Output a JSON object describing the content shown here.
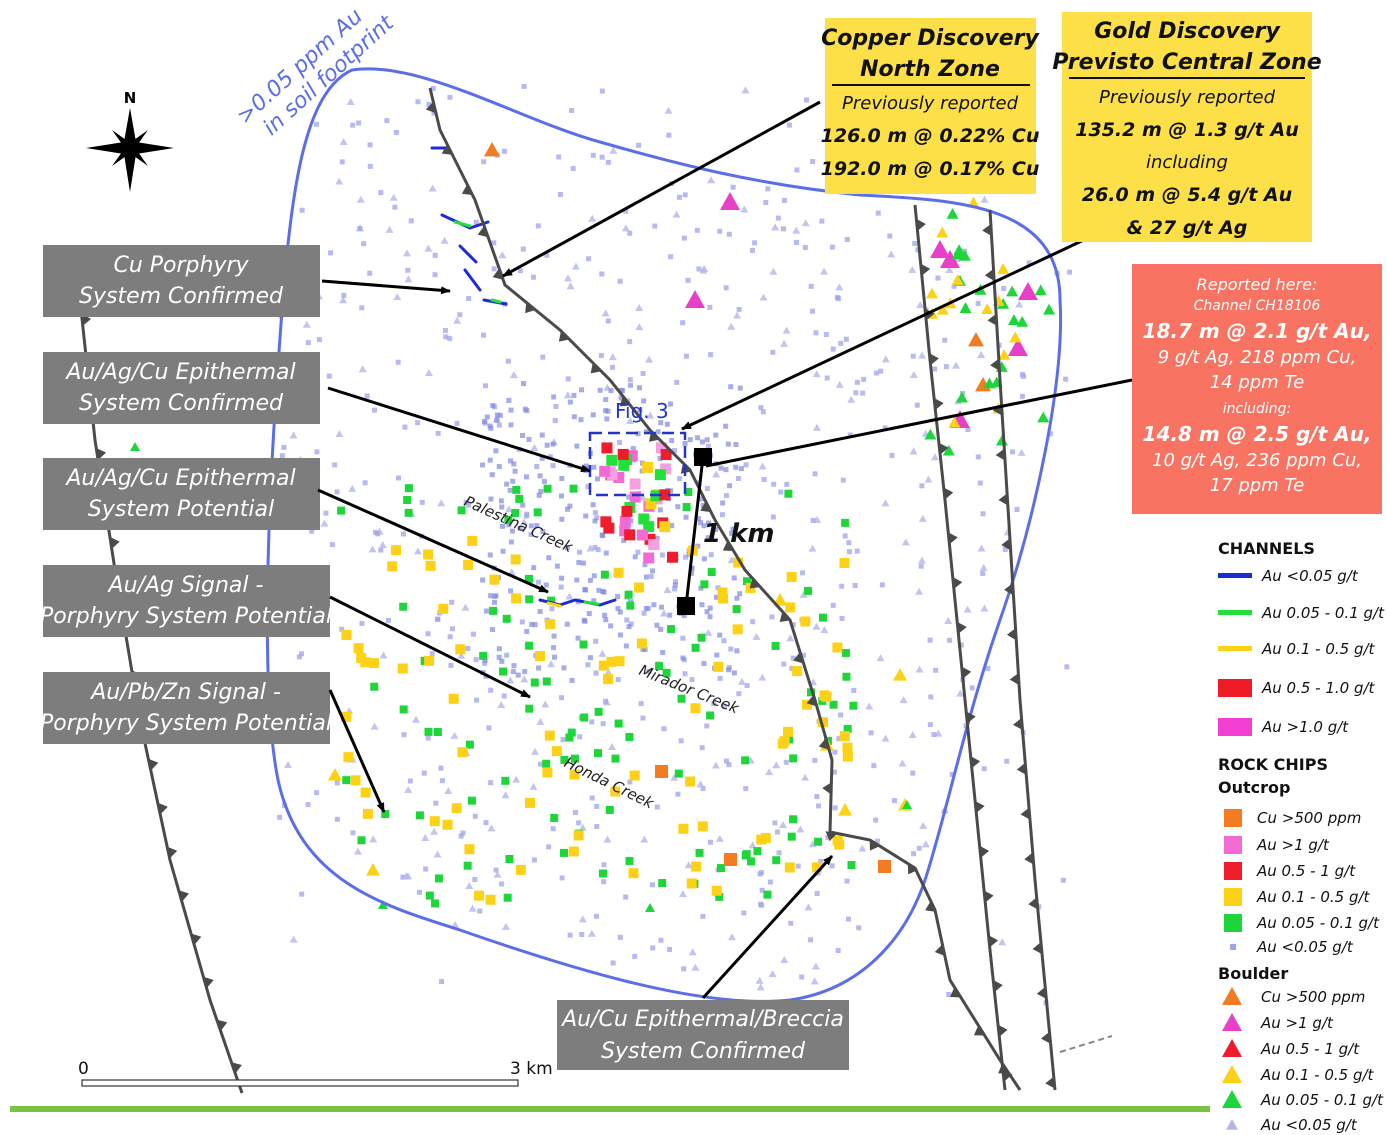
{
  "north": {
    "label": "N"
  },
  "footprint": {
    "label_line1": ">0.05 ppm Au",
    "label_line2": "in soil footprint",
    "color": "#5b6ee8"
  },
  "callouts_left": [
    {
      "id": "cu-porphyry",
      "line1": "Cu Porphyry",
      "line2": "System Confirmed"
    },
    {
      "id": "epithermal-confirmed",
      "line1": "Au/Ag/Cu Epithermal",
      "line2": "System Confirmed"
    },
    {
      "id": "epithermal-potential",
      "line1": "Au/Ag/Cu Epithermal",
      "line2": "System Potential"
    },
    {
      "id": "au-ag-signal",
      "line1": "Au/Ag Signal -",
      "line2": "Porphyry System Potential"
    },
    {
      "id": "au-pb-zn-signal",
      "line1": "Au/Pb/Zn Signal -",
      "line2": "Porphyry System Potential"
    }
  ],
  "callout_bottom": {
    "line1": "Au/Cu Epithermal/Breccia",
    "line2": "System Confirmed"
  },
  "copper_box": {
    "title1": "Copper Discovery",
    "title2": "North Zone",
    "sub": "Previously reported",
    "r1": "126.0 m @ 0.22% Cu",
    "r2": "192.0 m @ 0.17% Cu",
    "color": "#fde047"
  },
  "gold_box": {
    "title1": "Gold Discovery",
    "title2": "Previsto Central Zone",
    "sub": "Previously reported",
    "r1": "135.2 m @ 1.3 g/t Au",
    "incl": "including",
    "r2": "26.0 m @ 5.4 g/t Au",
    "r3": "& 27 g/t Ag",
    "color": "#fde047"
  },
  "reported_box": {
    "l1": "Reported here:",
    "l2": "Channel CH18106",
    "l3": "18.7 m @ 2.1 g/t Au,",
    "l4": "9 g/t Ag, 218 ppm Cu,",
    "l5": "14 ppm Te",
    "l6": "including:",
    "l7": "14.8 m @ 2.5 g/t Au,",
    "l8": "10 g/t Ag, 236 ppm Cu,",
    "l9": "17 ppm Te",
    "color": "#f87362"
  },
  "map_labels": {
    "fig3": "Fig. 3",
    "one_km": "1 km",
    "palestina": "Palestina Creek",
    "mirador": "Mirador Creek",
    "honda": "Honda Creek"
  },
  "scale": {
    "start": "0",
    "end": "3 km"
  },
  "legend": {
    "channels_title": "CHANNELS",
    "channels": [
      {
        "label": "Au <0.05 g/t",
        "color": "#1d2ad8"
      },
      {
        "label": "Au 0.05 - 0.1 g/t",
        "color": "#22e03a"
      },
      {
        "label": "Au 0.1 - 0.5 g/t",
        "color": "#fcd116"
      },
      {
        "label": "Au 0.5 - 1.0 g/t",
        "color": "#f01c25"
      },
      {
        "label": "Au >1.0 g/t",
        "color": "#f23fd2"
      }
    ],
    "rock_title": "ROCK CHIPS",
    "outcrop_title": "Outcrop",
    "outcrop": [
      {
        "label": "Cu >500 ppm",
        "color": "#f37b22"
      },
      {
        "label": "Au >1 g/t",
        "color": "#f26bd4"
      },
      {
        "label": "Au 0.5 - 1 g/t",
        "color": "#ef1c2c"
      },
      {
        "label": "Au 0.1 - 0.5 g/t",
        "color": "#fcd116"
      },
      {
        "label": "Au 0.05 - 0.1 g/t",
        "color": "#1ed63a"
      },
      {
        "label": "Au <0.05 g/t",
        "color": "#9ea3ea"
      }
    ],
    "boulder_title": "Boulder",
    "boulder": [
      {
        "label": "Cu >500 ppm",
        "color": "#f37b22"
      },
      {
        "label": "Au >1 g/t",
        "color": "#e83fc9"
      },
      {
        "label": "Au 0.5 - 1 g/t",
        "color": "#ee1c2c"
      },
      {
        "label": "Au 0.1 - 0.5 g/t",
        "color": "#fcd116"
      },
      {
        "label": "Au 0.05 - 0.1 g/t",
        "color": "#1ed63a"
      },
      {
        "label": "Au <0.05 g/t",
        "color": "#b4b6ea"
      }
    ]
  }
}
